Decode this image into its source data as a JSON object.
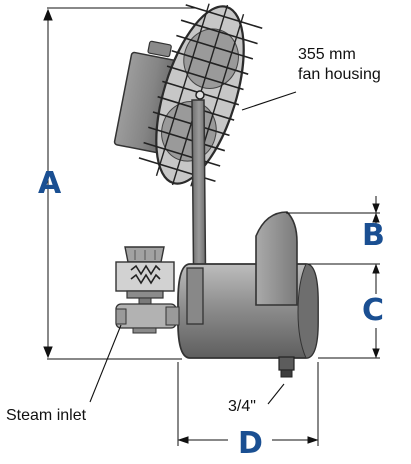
{
  "accent_color": "#1a4f92",
  "labels": {
    "fan_size": "355 mm",
    "fan_housing": "fan housing",
    "steam_inlet": "Steam inlet",
    "drain": "3/4\""
  },
  "dimensions": {
    "a": "A",
    "b": "B",
    "c": "C",
    "d": "D"
  }
}
